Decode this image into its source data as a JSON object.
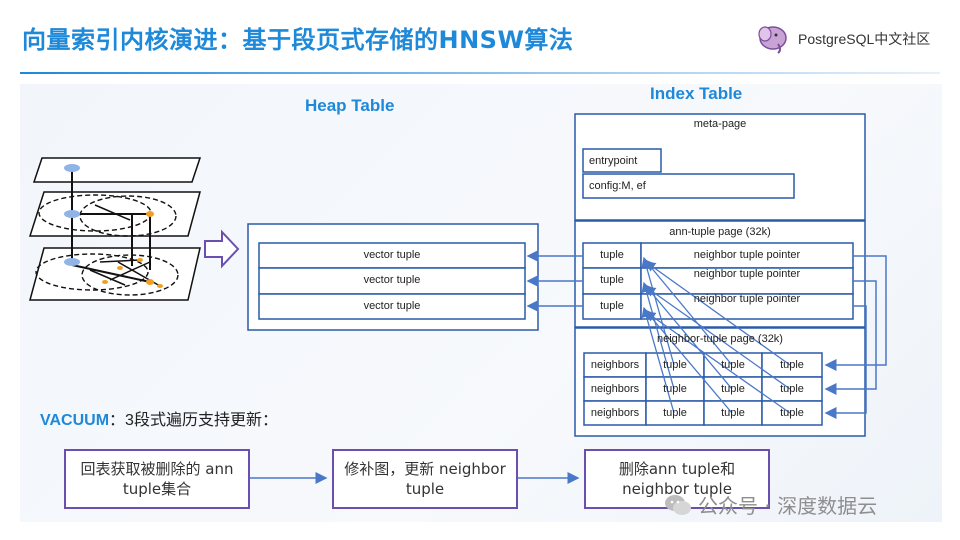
{
  "header": {
    "title": "向量索引内核演进：基于段页式存储的HNSW算法",
    "brand": "PostgreSQL中文社区"
  },
  "heap": {
    "heading": "Heap Table",
    "tuples": [
      "vector tuple",
      "vector tuple",
      "vector tuple"
    ]
  },
  "index": {
    "heading": "Index Table",
    "meta_page": "meta-page",
    "entrypoint": "entrypoint",
    "config": "config:M, ef",
    "ann_page": "ann-tuple page  (32k)",
    "ann_rows": [
      {
        "tuple": "tuple",
        "pointer": "neighbor tuple pointer"
      },
      {
        "tuple": "tuple",
        "pointer": "neighbor tuple pointer"
      },
      {
        "tuple": "tuple",
        "pointer": "neighbor tuple pointer"
      }
    ],
    "neighbor_page": "neighbor-tuple page (32k)",
    "neighbor_rows": [
      [
        "neighbors",
        "tuple",
        "tuple",
        "tuple"
      ],
      [
        "neighbors",
        "tuple",
        "tuple",
        "tuple"
      ],
      [
        "neighbors",
        "tuple",
        "tuple",
        "tuple"
      ]
    ]
  },
  "vacuum": {
    "label": "VACUUM",
    "colon": "：",
    "desc": "3段式遍历支持更新：",
    "steps": [
      "回表获取被删除的 ann tuple集合",
      "修补图，更新 neighbor tuple",
      "删除ann tuple和 neighbor tuple"
    ]
  },
  "watermark": "公众号 · 深度数据云",
  "colors": {
    "accent": "#1e88d9",
    "border_blue": "#2a5aa8",
    "border_purple": "#6a4fb0",
    "arrow": "#4a78c8"
  }
}
